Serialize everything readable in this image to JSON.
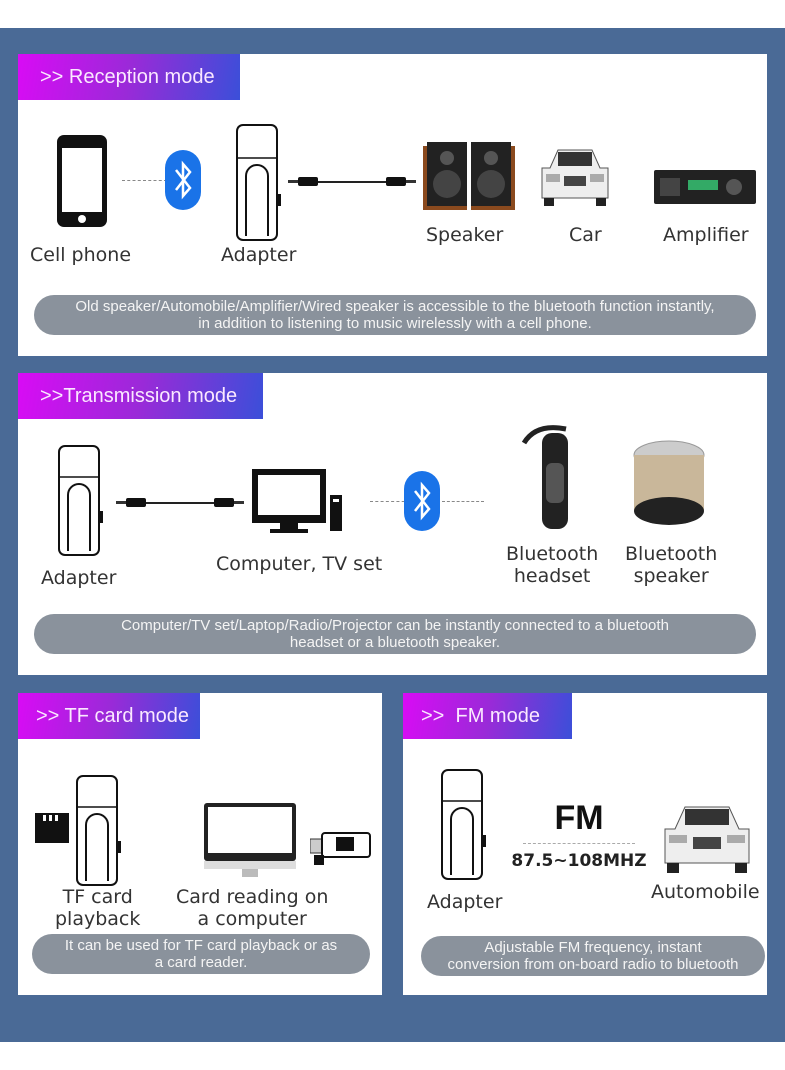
{
  "reception": {
    "title": ">> Reception mode",
    "labels": {
      "phone": "Cell phone",
      "adapter": "Adapter",
      "speaker": "Speaker",
      "car": "Car",
      "amplifier": "Amplifier"
    },
    "desc": [
      "Old speaker/Automobile/Amplifier/Wired speaker is accessible to the bluetooth function instantly,",
      "in addition to listening to music wirelessly with a cell phone."
    ]
  },
  "transmission": {
    "title": ">>Transmission mode",
    "labels": {
      "adapter": "Adapter",
      "computer": "Computer, TV set",
      "headset": [
        "Bluetooth",
        "headset"
      ],
      "speaker": [
        "Bluetooth",
        "speaker"
      ]
    },
    "desc": [
      "Computer/TV set/Laptop/Radio/Projector can be instantly connected to a bluetooth",
      "headset or a bluetooth speaker."
    ]
  },
  "tf": {
    "title": ">> TF card mode",
    "labels": {
      "playback": [
        "TF card",
        "playback"
      ],
      "reader": [
        "Card reading on",
        "a computer"
      ]
    },
    "desc": [
      "It can be used for TF card playback or as",
      "a card reader."
    ]
  },
  "fm": {
    "title": ">>  FM mode",
    "fm_text": "FM",
    "frequency": "87.5~108MHZ",
    "labels": {
      "adapter": "Adapter",
      "automobile": "Automobile"
    },
    "desc": [
      "Adjustable FM frequency, instant",
      "conversion from on-board radio to bluetooth"
    ]
  },
  "colors": {
    "background": "#4a6a96",
    "bluetooth": "#1a73e8"
  }
}
